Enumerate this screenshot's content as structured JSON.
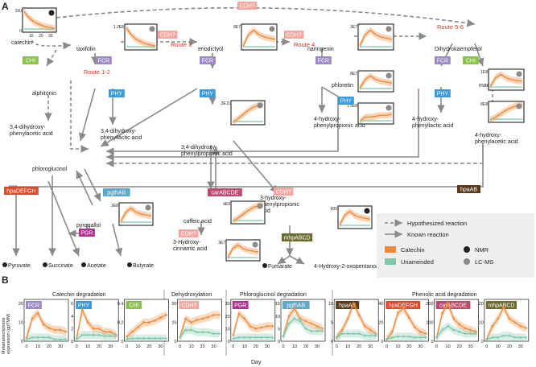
{
  "panel_a": {
    "label": "A",
    "compounds": {
      "catechin": "catechin",
      "taxifolin": "taxifolin",
      "eriodictyol": "eriodictyol",
      "naringenin": "naringenin",
      "dihydrokaempferol": "Dihydrokaempferol",
      "alphitonin": "alphitonin",
      "dhpa_acetic": "3,4-dihydroxy-\nphenylacetic acid",
      "dhpl": "3,4-dihydroxy-\nphenyllactic acid",
      "dhpp": "3,4-dihydroxy-\nphenylpropionic acid",
      "phloretin": "phloretin",
      "hpp": "4-hydroxy-\nphenylpropionic acid",
      "hpl": "4-hydroxy-\nphenyllactic acid",
      "maesopsin": "maesopsin",
      "hpa": "4-hydroxy-\nphenylacetic acid",
      "phloroglucinol": "phloroglucinol",
      "pyrogallol": "pyrogallol",
      "caffeic": "caffeic acid",
      "hcinn": "3-Hydroxy-\ncinnamic acid",
      "h3pp": "3-hydroxy-\nphenylpropionic\nacid",
      "fumarate": "Fumarate",
      "hox": "4-Hydroxy-2-oxopentanoate",
      "pyruvate": "Pyruvate",
      "succinate": "Succinate",
      "acetate": "Acetate",
      "butyrate": "Butyrate"
    },
    "routes": {
      "r12": "Route 1-2",
      "r3": "Route 3",
      "r4": "Route 4",
      "r56": "Route 5-6"
    },
    "enzymes": {
      "cdh_top": "CDH?",
      "cdh3": "CDH?",
      "cdh4": "CDH?",
      "chi1": "CHI",
      "fcr1": "FCR",
      "fcr2": "FCR",
      "fcr3": "FCR",
      "fcr4": "FCR",
      "chi2": "CHI",
      "phy1": "PHY",
      "phy2": "PHY",
      "phy3": "PHY",
      "phy4": "PHY",
      "hpadefgh": "hpaDEFGH",
      "pgthab": "pgthAB",
      "carabcde": "carABCDE",
      "cdh_mid": "CDH?",
      "cdh_low": "CDH?",
      "pgr": "PGR",
      "mhpabcd": "mhpABCD",
      "hpaab": "hpaAB"
    },
    "mini_ticks": {
      "catechin": "150",
      "taxifolin": "1.2E8",
      "eriodictyol": "8E7",
      "naringenin": "3E7",
      "phloretin_a": "8E7",
      "phloretin_b": "1.5E8",
      "maesopsin": "1E8",
      "hpa": "8E8",
      "dhpp": "3E11",
      "pyrogallol": "2E8",
      "caffeic": "4E9",
      "hcinn": "3E7",
      "h3pp": "600",
      "axis_zero": "0",
      "axis_x": [
        "10",
        "20",
        "30"
      ]
    }
  },
  "legend": {
    "hypothesized": "Hypothesized reaction",
    "known": "Known reaction",
    "catechin": "Catechin",
    "unamended": "Unamended",
    "nmr": "NMR",
    "lcms": "LC-MS"
  },
  "panel_b": {
    "label": "B",
    "ylabel": "Metatranscriptome\nexpression (gpTMM)",
    "xlabel": "Day",
    "groups": [
      "Catechin degradation",
      "Dehydroxylation",
      "Phloroglucinol degradation",
      "Phenolic acid degradation"
    ],
    "panels": [
      {
        "gene": "FCR",
        "ytop": "20",
        "yticks": [
          "20",
          "10",
          "0"
        ]
      },
      {
        "gene": "PHY",
        "ytop": "6",
        "yticks": [
          "6",
          "4",
          "2",
          "0"
        ]
      },
      {
        "gene": "CHI",
        "ytop": "0.4",
        "yticks": [
          "0.4",
          "0.2",
          "0"
        ]
      },
      {
        "gene": "CDH?",
        "ytop": "50",
        "yticks": [
          "50",
          "25",
          "0"
        ]
      },
      {
        "gene": "PGR",
        "ytop": "30",
        "yticks": [
          "30",
          "20",
          "10",
          "0"
        ]
      },
      {
        "gene": "pgthAB",
        "ytop": "15",
        "yticks": [
          "15",
          "10",
          "5",
          "0"
        ]
      },
      {
        "gene": "hpaAB",
        "ytop": "10",
        "yticks": [
          "10",
          "5",
          "0"
        ]
      },
      {
        "gene": "hpaDEFGH",
        "ytop": "40",
        "yticks": [
          "40",
          "20",
          "0"
        ]
      },
      {
        "gene": "carABCDE",
        "ytop": "200",
        "yticks": [
          "200",
          "100",
          "0"
        ]
      },
      {
        "gene": "mhpABCD",
        "ytop": "20",
        "yticks": [
          "20",
          "10",
          "0"
        ]
      }
    ],
    "xticks": [
      "0",
      "10",
      "20",
      "30"
    ]
  },
  "chart_data": {
    "type": "line",
    "x": [
      0,
      5,
      10,
      15,
      20,
      25,
      30,
      35
    ],
    "panels": [
      {
        "gene": "FCR",
        "series": [
          {
            "name": "Catechin",
            "values": [
              2,
              12,
              15,
              9,
              7,
              6,
              6,
              5
            ]
          },
          {
            "name": "Unamended",
            "values": [
              1,
              2,
              2,
              2,
              2,
              1,
              1,
              1
            ]
          }
        ]
      },
      {
        "gene": "PHY",
        "series": [
          {
            "name": "Catechin",
            "values": [
              0.5,
              5,
              3,
              2,
              2,
              1.5,
              1.5,
              1
            ]
          },
          {
            "name": "Unamended",
            "values": [
              0.3,
              1,
              1,
              1,
              1,
              0.8,
              0.8,
              0.8
            ]
          }
        ]
      },
      {
        "gene": "CHI",
        "series": [
          {
            "name": "Catechin",
            "values": [
              0.05,
              0.1,
              0.15,
              0.2,
              0.2,
              0.22,
              0.25,
              0.28
            ]
          },
          {
            "name": "Unamended",
            "values": [
              0.02,
              0.03,
              0.03,
              0.03,
              0.03,
              0.03,
              0.03,
              0.03
            ]
          }
        ]
      },
      {
        "gene": "CDH?",
        "series": [
          {
            "name": "Catechin",
            "values": [
              5,
              30,
              25,
              28,
              30,
              32,
              35,
              35
            ]
          },
          {
            "name": "Unamended",
            "values": [
              5,
              15,
              15,
              12,
              12,
              12,
              10,
              10
            ]
          }
        ]
      },
      {
        "gene": "PGR",
        "series": [
          {
            "name": "Catechin",
            "values": [
              5,
              22,
              18,
              12,
              10,
              11,
              12,
              12
            ]
          },
          {
            "name": "Unamended",
            "values": [
              2,
              3,
              3,
              3,
              3,
              3,
              3,
              3
            ]
          }
        ]
      },
      {
        "gene": "pgthAB",
        "series": [
          {
            "name": "Catechin",
            "values": [
              2,
              10,
              13,
              9,
              8,
              7,
              6,
              5
            ]
          },
          {
            "name": "Unamended",
            "values": [
              2,
              7,
              9,
              8,
              5,
              4,
              4,
              4
            ]
          }
        ]
      },
      {
        "gene": "hpaAB",
        "series": [
          {
            "name": "Catechin",
            "values": [
              1,
              3,
              6,
              10,
              7,
              4,
              3,
              2
            ]
          },
          {
            "name": "Unamended",
            "values": [
              1,
              2,
              2,
              2,
              2,
              1.5,
              1.5,
              1.5
            ]
          }
        ]
      },
      {
        "gene": "hpaDEFGH",
        "series": [
          {
            "name": "Catechin",
            "values": [
              2,
              10,
              30,
              35,
              25,
              15,
              10,
              8
            ]
          },
          {
            "name": "Unamended",
            "values": [
              2,
              4,
              5,
              5,
              5,
              4,
              4,
              4
            ]
          }
        ]
      },
      {
        "gene": "carABCDE",
        "series": [
          {
            "name": "Catechin",
            "values": [
              20,
              150,
              200,
              120,
              90,
              70,
              60,
              50
            ]
          },
          {
            "name": "Unamended",
            "values": [
              20,
              60,
              80,
              60,
              50,
              40,
              40,
              40
            ]
          }
        ]
      },
      {
        "gene": "mhpABCD",
        "series": [
          {
            "name": "Catechin",
            "values": [
              1,
              8,
              12,
              18,
              12,
              10,
              8,
              7
            ]
          },
          {
            "name": "Unamended",
            "values": [
              1,
              2,
              2,
              3,
              3,
              2,
              2,
              2
            ]
          }
        ]
      }
    ]
  },
  "colors": {
    "catechin": "#ef8a3a",
    "unamended": "#7fc8a9",
    "arrow": "#8a8a8a",
    "route": "#d7301f"
  }
}
